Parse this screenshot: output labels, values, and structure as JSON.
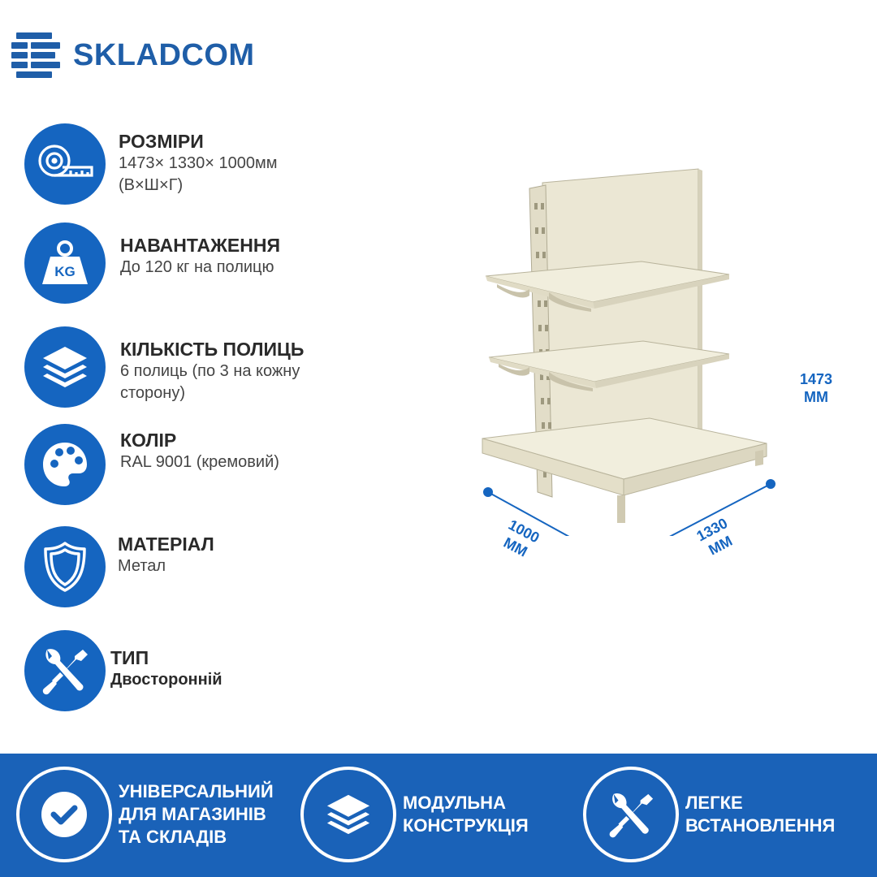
{
  "brand": {
    "name": "SKLADCOM",
    "color": "#1f5ea8"
  },
  "accent_color": "#1565c0",
  "features": [
    {
      "icon": "tape-measure-icon",
      "title": "РОЗМІРИ",
      "desc_lines": [
        "1473× 1330× 1000мм",
        "(В×Ш×Г)"
      ]
    },
    {
      "icon": "weight-kg-icon",
      "title": "НАВАНТАЖЕННЯ",
      "desc_lines": [
        "До 120 кг на полицю"
      ]
    },
    {
      "icon": "layers-icon",
      "title": "КІЛЬКІСТЬ ПОЛИЦЬ",
      "desc_lines": [
        "6 полиць (по 3 на кожну",
        "сторону)"
      ]
    },
    {
      "icon": "palette-icon",
      "title": "КОЛІР",
      "desc_lines": [
        "RAL 9001 (кремовий)"
      ]
    },
    {
      "icon": "shield-icon",
      "title": "МАТЕРІАЛ",
      "desc_lines": [
        "Метал"
      ]
    },
    {
      "icon": "wrench-screwdriver-icon",
      "title": "ТИП",
      "desc_lines": [
        "Двосторонній"
      ]
    }
  ],
  "dimensions": {
    "height": {
      "value": "1473",
      "unit": "ММ"
    },
    "depth": {
      "value": "1000",
      "unit": "ММ"
    },
    "width": {
      "value": "1330",
      "unit": "ММ"
    }
  },
  "product_color": "#ece8d6",
  "benefits": [
    {
      "icon": "check-icon",
      "lines": [
        "УНІВЕРСАЛЬНИЙ",
        "ДЛЯ МАГАЗИНІВ",
        "ТА СКЛАДІВ"
      ]
    },
    {
      "icon": "layers-icon",
      "lines": [
        "МОДУЛЬНА",
        "КОНСТРУКЦІЯ"
      ]
    },
    {
      "icon": "wrench-screwdriver-icon",
      "lines": [
        "ЛЕГКЕ",
        "ВСТАНОВЛЕННЯ"
      ]
    }
  ],
  "bar_color": "#1a62b8"
}
